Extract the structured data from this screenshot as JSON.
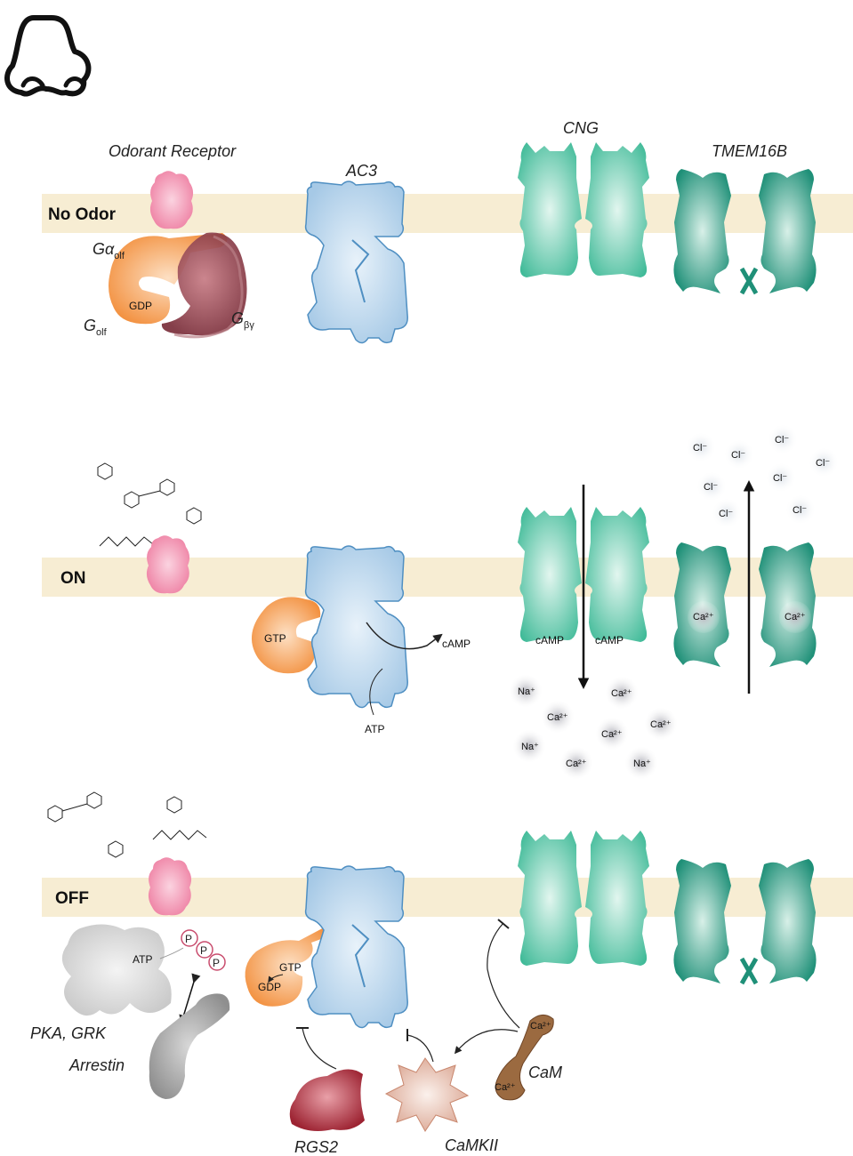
{
  "colors": {
    "membrane": "#f7edd3",
    "receptor": "#ee7fa2",
    "g_alpha": "#f4a15c",
    "g_betagamma": "#8b3d49",
    "ac3": "#b9d6ec",
    "cng": "#5fc6a7",
    "tmem16b": "#2a9a82",
    "ion": "#c8c8d0",
    "pka": "#dcdcdc",
    "arrestin": "#a8a8a8",
    "rgs2": "#a8323e",
    "camkii": "#e7bfae",
    "cam": "#9b6a40"
  },
  "icons": {
    "nose": "nose-icon"
  },
  "panel_labels": {
    "no_odor": "No Odor",
    "on": "ON",
    "off": "OFF"
  },
  "protein_labels": {
    "odorant_receptor": "Odorant Receptor",
    "ac3": "AC3",
    "cng": "CNG",
    "tmem16b": "TMEM16B",
    "g_alpha_base": "Gα",
    "g_alpha_sub": "olf",
    "g_base": "G",
    "g_sub": "olf",
    "g_bg_base": "G",
    "g_bg_sub": "βγ",
    "pka_grk": "PKA, GRK",
    "arrestin": "Arrestin",
    "rgs2": "RGS2",
    "camkii": "CaMKII",
    "cam": "CaM"
  },
  "molecule_labels": {
    "gdp": "GDP",
    "gtp": "GTP",
    "camp": "cAMP",
    "atp": "ATP",
    "phospho": "P"
  },
  "ions": {
    "na": "Na⁺",
    "ca": "Ca²⁺",
    "cl": "Cl⁻"
  }
}
